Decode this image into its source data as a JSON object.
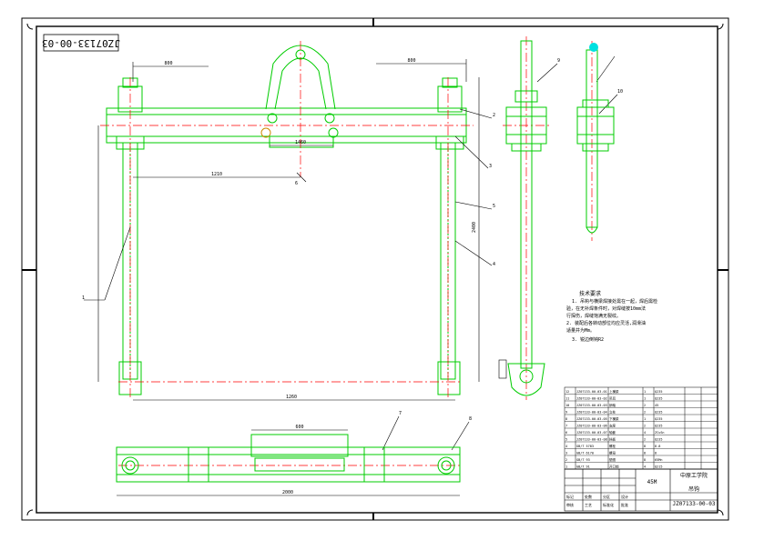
{
  "drawing": {
    "number_rotated": "JZ07133-00-03",
    "title_block": {
      "weight": "45M",
      "company": "中原工学院",
      "name": "吊钩",
      "drawing_no": "JZ07133-00-03",
      "sig_labels": [
        "标记",
        "处数",
        "分区",
        "设计",
        "审核",
        "工艺",
        "标准化",
        "批准"
      ]
    },
    "notes": {
      "heading": "技术要求",
      "lines": [
        "1. 吊钩与横梁焊接处需在一起，焊后需检",
        "验，在无补焊条件时，对焊缝按10mm法",
        "行探伤，焊缝饱满无裂纹。",
        "2. 装配后各转动部位均应灵活,润滑油",
        "适量并为Mm。",
        "3. 锐边倒钝R2"
      ]
    },
    "parts_rows": [
      [
        "JZ07133-00-03-01",
        "上横梁",
        "1",
        "Q235"
      ],
      [
        "JZ07133-00-03-02",
        "吊耳",
        "1",
        "Q235"
      ],
      [
        "JZ07133-00-03-03",
        "销轴",
        "2",
        "45"
      ],
      [
        "JZ07133-00-03-04",
        "立柱",
        "2",
        "Q235"
      ],
      [
        "JZ07133-00-03-05",
        "下横梁",
        "1",
        "Q235"
      ],
      [
        "JZ07133-00-03-06",
        "支座",
        "2",
        "Q235"
      ],
      [
        "JZ07133-00-03-07",
        "轴套",
        "4",
        "ZCuSn"
      ],
      [
        "JZ07133-00-03-08",
        "挡板",
        "2",
        "Q235"
      ],
      [
        "GB/T 5783",
        "螺栓",
        "8",
        "8.8"
      ],
      [
        "GB/T 6170",
        "螺母",
        "8",
        "8"
      ],
      [
        "GB/T 93",
        "垫圈",
        "8",
        "65Mn"
      ],
      [
        "GB/T 91",
        "开口销",
        "4",
        "Q215"
      ]
    ],
    "dims": {
      "top_left": "800",
      "top_right": "800",
      "top_center": "1460",
      "inner_width": "1210",
      "bottom_width": "2000",
      "lower_span": "1260",
      "lower_center": "600",
      "height_left": "2400"
    },
    "callouts": [
      "1",
      "2",
      "3",
      "4",
      "5",
      "6",
      "7",
      "8",
      "9",
      "10"
    ],
    "colors": {
      "geometry": "#00cc00",
      "centerline": "#ff0000",
      "dimension": "#000000",
      "highlight": "#00e0e0",
      "border": "#000000"
    }
  }
}
